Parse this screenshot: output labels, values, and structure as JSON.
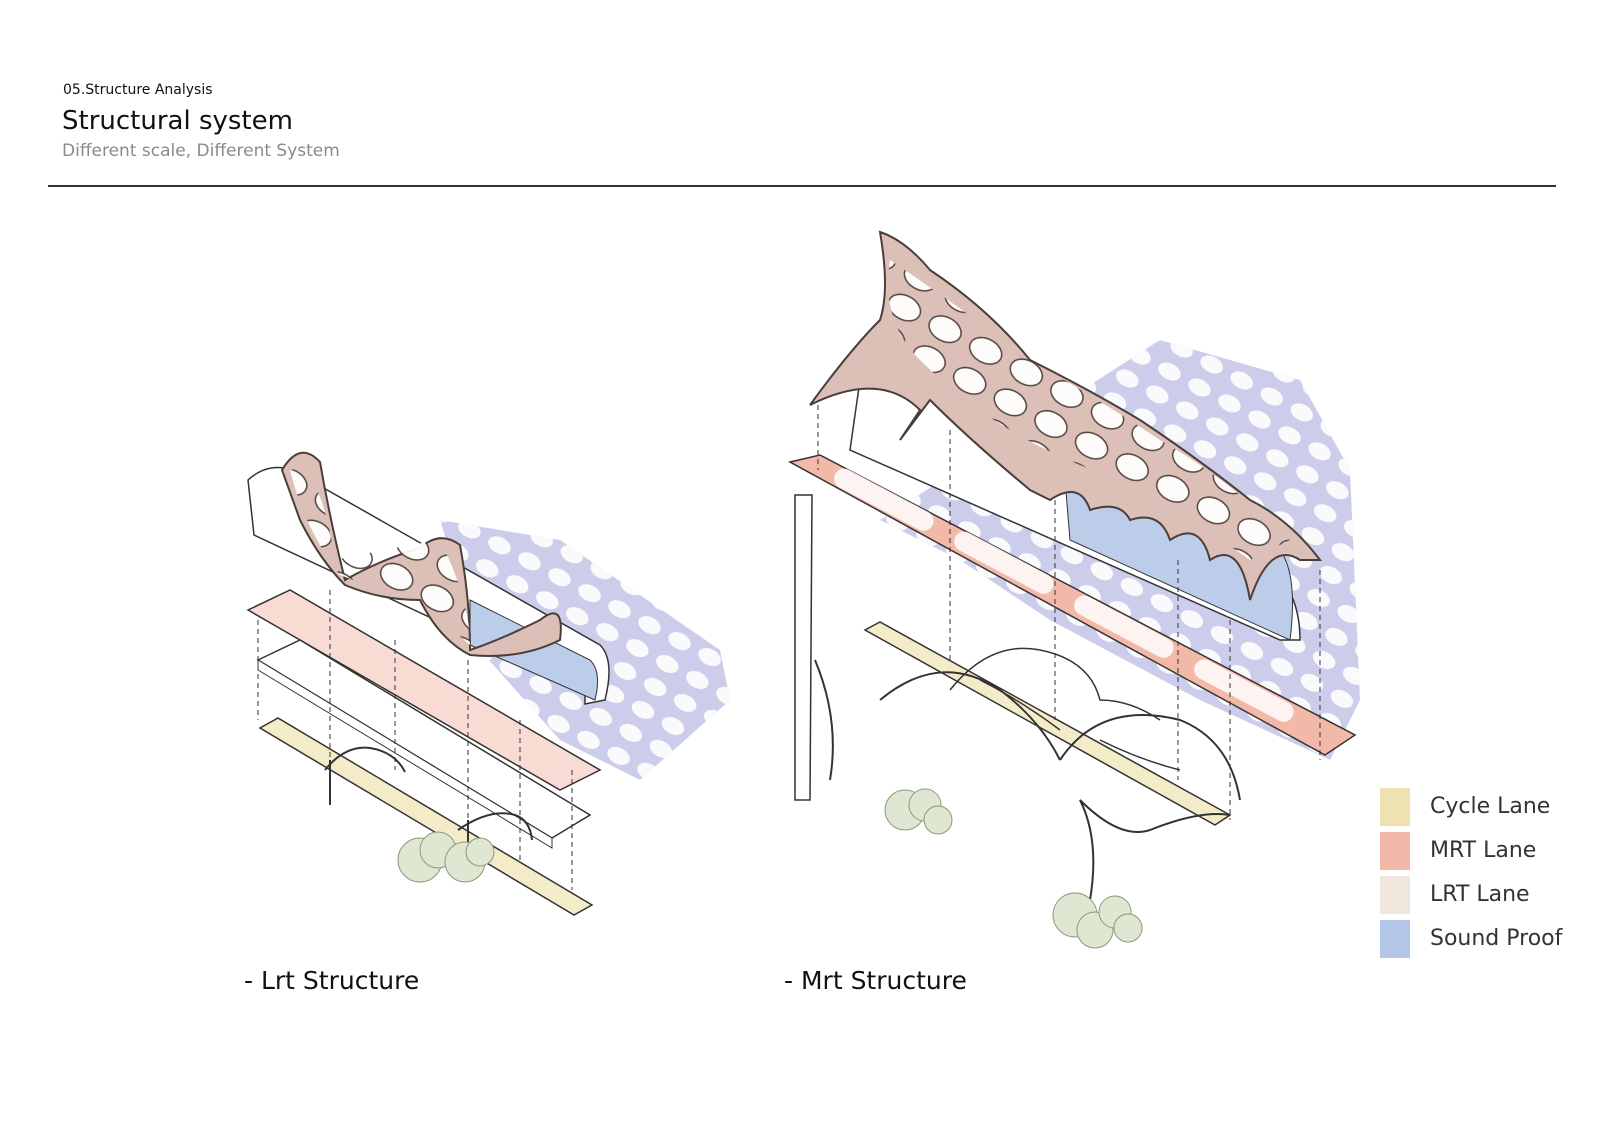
{
  "header": {
    "section": "05.Structure Analysis",
    "title": "Structural system",
    "subtitle": "Different scale, Different System"
  },
  "captions": {
    "lrt": "- Lrt Structure",
    "mrt": "- Mrt Structure"
  },
  "legend": [
    {
      "label": "Cycle Lane",
      "color": "#efe2b0"
    },
    {
      "label": "MRT Lane",
      "color": "#f2b7a6"
    },
    {
      "label": "LRT Lane",
      "color": "#efe6dc"
    },
    {
      "label": "Sound Proof",
      "color": "#b4c6e8"
    }
  ],
  "colors": {
    "canopy": "#dcbfb6",
    "canopy_stroke": "#4a3e3a",
    "shadow": "#c3c4e6",
    "mrt_deck": "#f3b9a8",
    "lrt_deck": "#f8dcd4",
    "cycle_deck": "#f4ecc8",
    "sound_proof": "#bccde9",
    "tree": "#dfe7d2",
    "line": "#333333"
  }
}
